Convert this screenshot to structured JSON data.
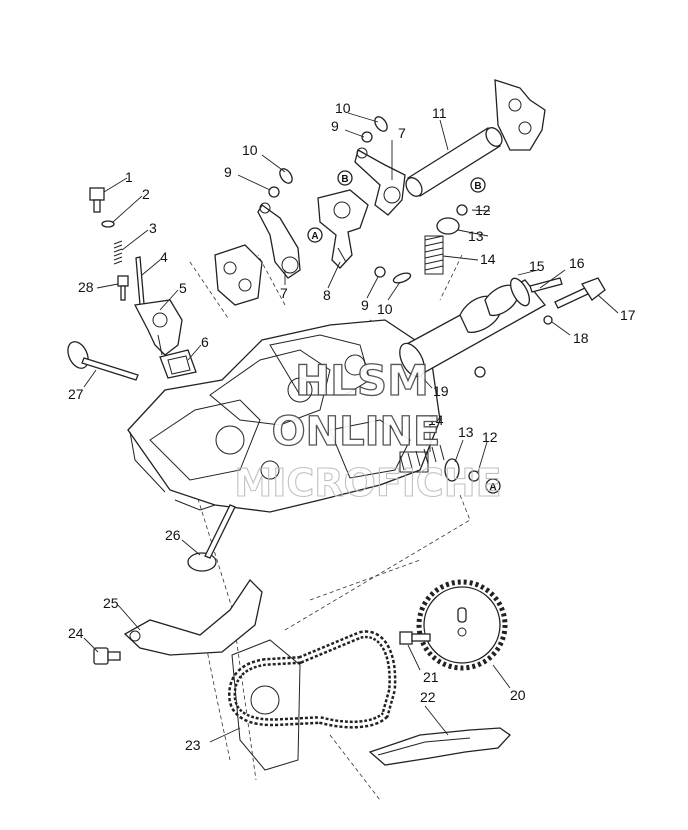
{
  "callouts": {
    "c1": "1",
    "c2": "2",
    "c3": "3",
    "c4": "4",
    "c5": "5",
    "c6": "6",
    "c7a": "7",
    "c7b": "7",
    "c8": "8",
    "c9a": "9",
    "c9b": "9",
    "c9c": "9",
    "c10a": "10",
    "c10b": "10",
    "c10c": "10",
    "c11": "11",
    "c12a": "12",
    "c12b": "12",
    "c13a": "13",
    "c13b": "13",
    "c14a": "14",
    "c14b": "14",
    "c15": "15",
    "c16": "16",
    "c17": "17",
    "c18": "18",
    "c19": "19",
    "c20": "20",
    "c21": "21",
    "c22": "22",
    "c23": "23",
    "c24": "24",
    "c25": "25",
    "c26": "26",
    "c27": "27",
    "c28": "28"
  },
  "reference_marks": {
    "a1": "A",
    "a2": "A",
    "b1": "B",
    "b2": "B"
  },
  "watermark": {
    "line1": "HLSM",
    "line2": "ONLINE",
    "line3": "MICROFICHE"
  }
}
